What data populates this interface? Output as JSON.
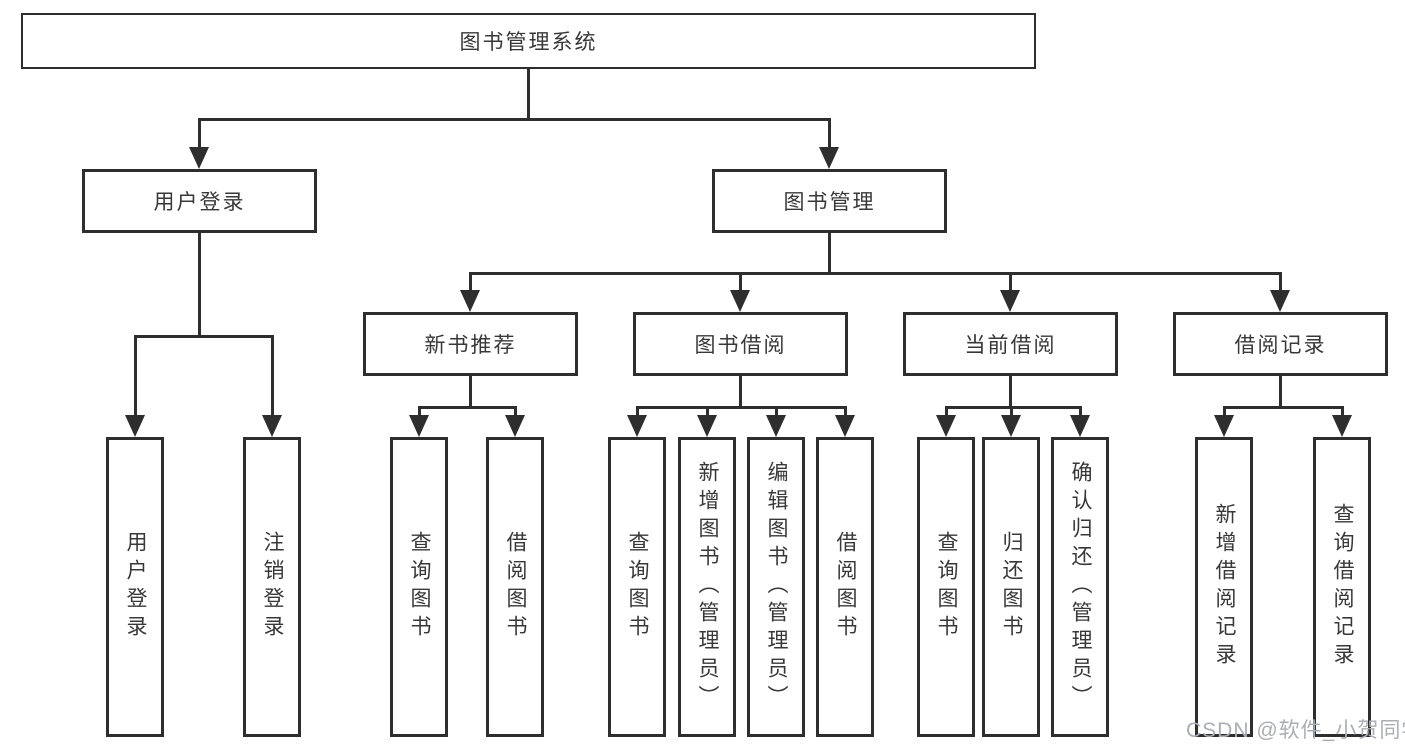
{
  "diagram_type": "feature-tree",
  "tree": {
    "root": "图书管理系统",
    "branches": [
      {
        "label": "用户登录",
        "leaves": [
          "用户登录",
          "注销登录"
        ]
      },
      {
        "label": "图书管理",
        "groups": [
          {
            "label": "新书推荐",
            "leaves": [
              "查询图书",
              "借阅图书"
            ]
          },
          {
            "label": "图书借阅",
            "leaves": [
              "查询图书",
              "新增图书（管理员）",
              "编辑图书（管理员）",
              "借阅图书"
            ]
          },
          {
            "label": "当前借阅",
            "leaves": [
              "查询图书",
              "归还图书",
              "确认归还（管理员）"
            ]
          },
          {
            "label": "借阅记录",
            "leaves": [
              "新增借阅记录",
              "查询借阅记录"
            ]
          }
        ]
      }
    ]
  },
  "watermark": {
    "text": "CSDN @软件_小贺同学",
    "color": "#abaeb4"
  },
  "colors": {
    "line": "#2e2e2e",
    "box_fill": "#ffffff",
    "text": "#383838",
    "background": "#ffffff"
  }
}
